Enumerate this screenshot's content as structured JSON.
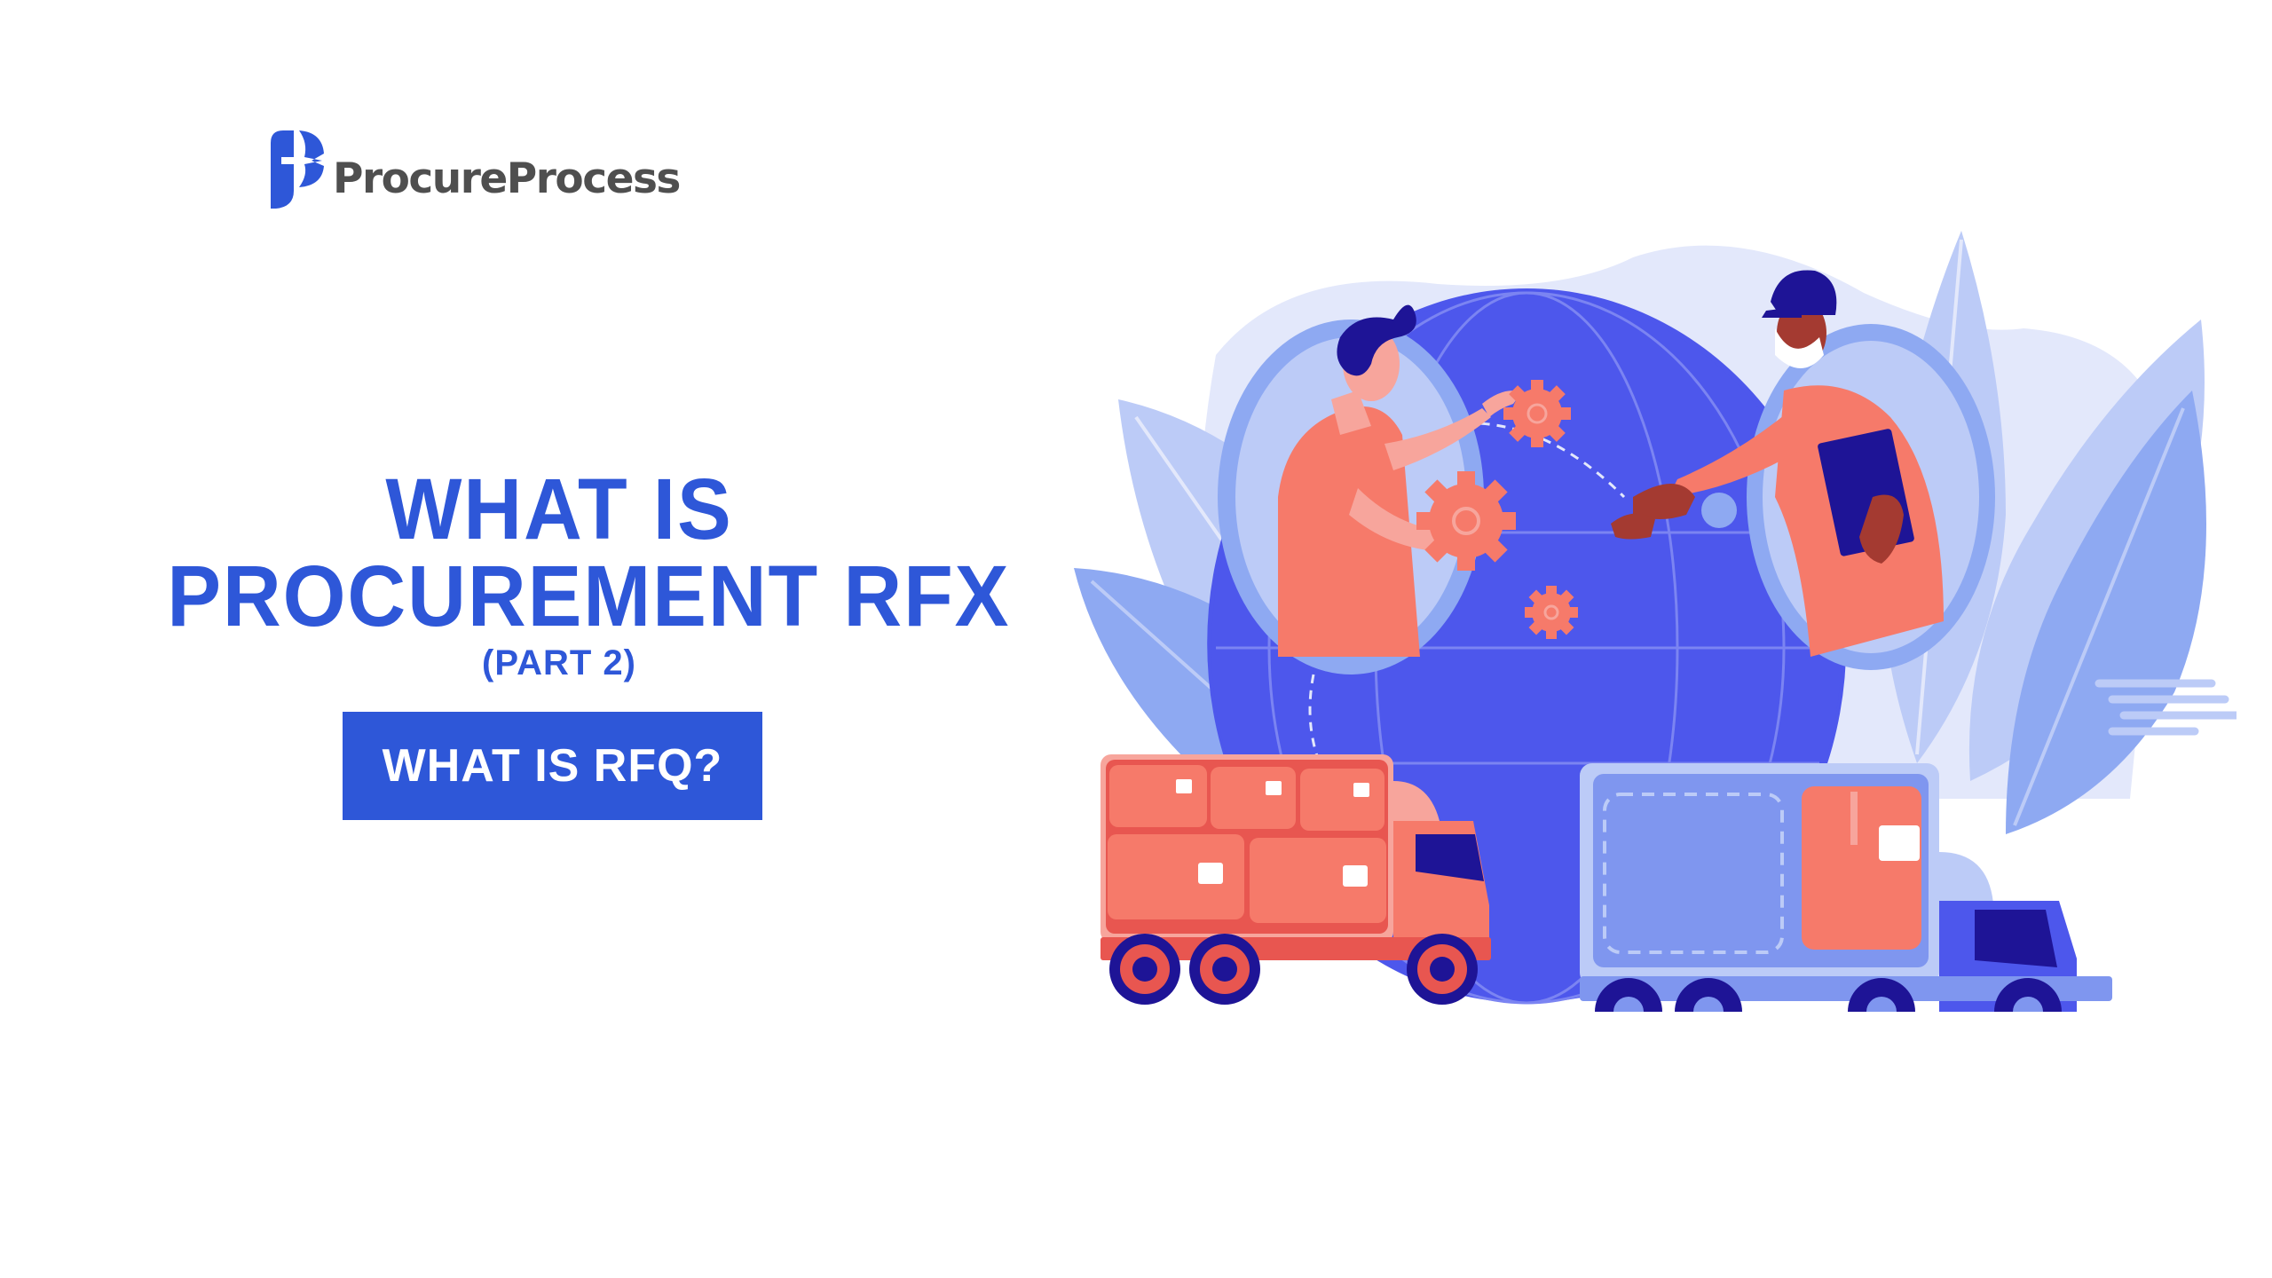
{
  "brand": {
    "name": "ProcureProcess",
    "logo_icon": "procureprocess-logo-icon",
    "brand_color": "#2e57d8",
    "text_color": "#4f4f4f"
  },
  "hero": {
    "title_line_1": "WHAT IS",
    "title_line_2": "PROCUREMENT RFX",
    "subtitle": "(PART 2)",
    "cta_label": "WHAT IS RFQ?",
    "title_color": "#2e57d8",
    "cta_bg": "#2e57d8",
    "cta_text_color": "#ffffff"
  },
  "illustration": {
    "description": "Two businessmen shaking hands through portals in front of a globe with gears, with a red truck and a blue truck carrying boxes",
    "elements": [
      "leaves-background",
      "globe",
      "left-portal",
      "right-portal",
      "buyer-person",
      "supplier-person-with-clipboard",
      "gears",
      "red-delivery-truck",
      "blue-delivery-truck",
      "speed-lines"
    ],
    "palette": {
      "light_blue": "#bccbf7",
      "mid_blue": "#8ea9f2",
      "globe_blue": "#4d57ec",
      "dark_navy": "#1e1496",
      "coral": "#f67a6a",
      "red": "#e85650",
      "pale_lavender": "#e3e8fb"
    }
  }
}
